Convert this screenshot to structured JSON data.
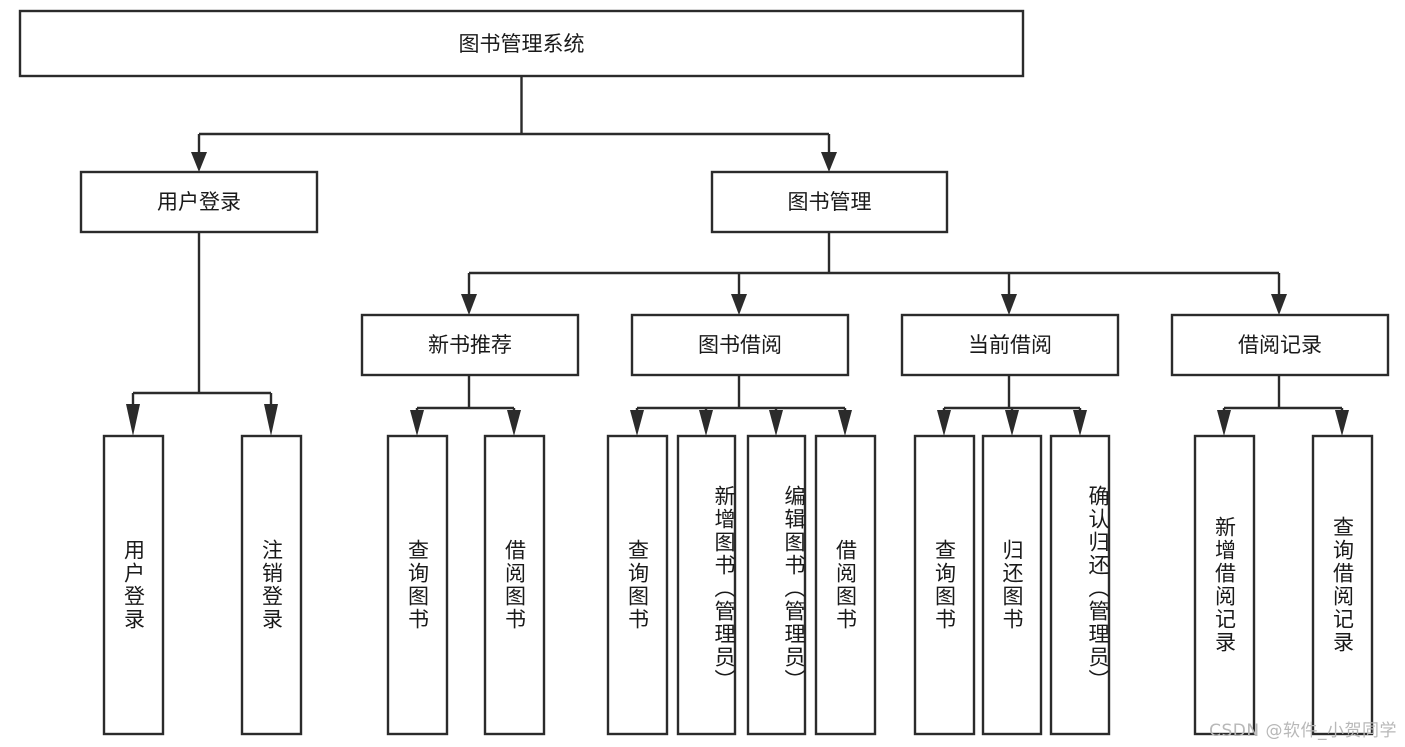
{
  "diagram": {
    "type": "tree-hierarchy",
    "title": "图书管理系统",
    "watermark": "CSDN @软件_小贺同学",
    "colors": {
      "stroke": "#2b2b2b",
      "fill": "#ffffff",
      "text": "#1a1a1a",
      "watermark": "#b8b8b8",
      "background": "#ffffff"
    },
    "levels": {
      "root": {
        "label": "图书管理系统"
      },
      "level2": [
        {
          "label": "用户登录"
        },
        {
          "label": "图书管理"
        }
      ],
      "level3": [
        {
          "label": "新书推荐"
        },
        {
          "label": "图书借阅"
        },
        {
          "label": "当前借阅"
        },
        {
          "label": "借阅记录"
        }
      ],
      "leaves": [
        {
          "label": "用户登录",
          "parent": "用户登录"
        },
        {
          "label": "注销登录",
          "parent": "用户登录"
        },
        {
          "label": "查询图书",
          "parent": "新书推荐"
        },
        {
          "label": "借阅图书",
          "parent": "新书推荐"
        },
        {
          "label": "查询图书",
          "parent": "图书借阅"
        },
        {
          "label": "新增图书（管理员）",
          "parent": "图书借阅"
        },
        {
          "label": "编辑图书（管理员）",
          "parent": "图书借阅"
        },
        {
          "label": "借阅图书",
          "parent": "图书借阅"
        },
        {
          "label": "查询图书",
          "parent": "当前借阅"
        },
        {
          "label": "归还图书",
          "parent": "当前借阅"
        },
        {
          "label": "确认归还（管理员）",
          "parent": "当前借阅"
        },
        {
          "label": "新增借阅记录",
          "parent": "借阅记录"
        },
        {
          "label": "查询借阅记录",
          "parent": "借阅记录"
        }
      ]
    }
  }
}
